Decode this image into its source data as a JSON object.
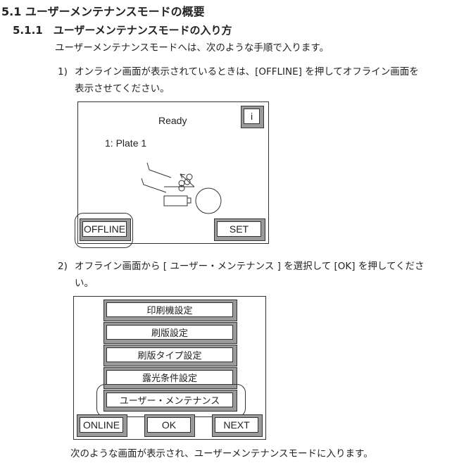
{
  "section_title": "5.1 ユーザーメンテナンスモードの概要",
  "subsection_title": "5.1.1　ユーザーメンテナンスモードの入り方",
  "intro": "ユーザーメンテナンスモードへは、次のような手順で入ります。",
  "steps": [
    {
      "num": "1)",
      "line1": "オンライン画面が表示されているときは、[OFFLINE] を押してオフライン画面を",
      "line2": "表示させてください。"
    },
    {
      "num": "2)",
      "line1": "オフライン画面から [ ユーザー・メンテナンス ] を選択して [OK] を押してくださ",
      "line2": "い。"
    }
  ],
  "screen1": {
    "status": "Ready",
    "plate": "1: Plate 1",
    "info_button": "i",
    "offline_button": "OFFLINE",
    "set_button": "SET"
  },
  "screen2": {
    "menu": [
      "印刷機設定",
      "刷版設定",
      "刷版タイプ設定",
      "露光条件設定",
      "ユーザー・メンテナンス"
    ],
    "online_button": "ONLINE",
    "ok_button": "OK",
    "next_button": "NEXT"
  },
  "closing": "次のような画面が表示され、ユーザーメンテナンスモードに入ります。"
}
